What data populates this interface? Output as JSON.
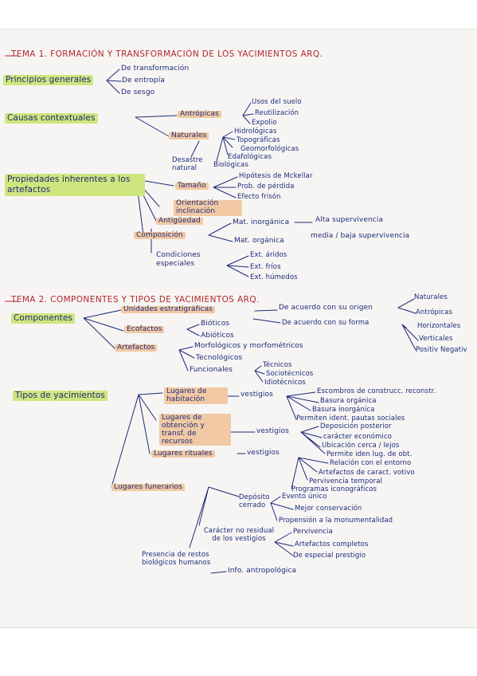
{
  "tema1": {
    "title": "TEMA 1. FORMACIÓN Y TRANSFORMACIÓN DE LOS YACIMIENTOS ARQ.",
    "principios": {
      "label": "Principios generales",
      "items": [
        "De transformación",
        "De entropía",
        "De sesgo"
      ]
    },
    "causas": {
      "label": "Causas contextuales",
      "antropicas": {
        "label": "Antrópicas",
        "items": [
          "Usos del suelo",
          "Reutilización",
          "Expolio"
        ]
      },
      "naturales": {
        "label": "Naturales",
        "items": [
          "Hidrológicas",
          "Topográficas",
          "Geomorfológicas",
          "Edafológicas",
          "Biológicas"
        ]
      },
      "desastre": "Desastre natural"
    },
    "propiedades": {
      "label": "Propiedades inherentes a los artefactos",
      "tamano": {
        "label": "Tamaño",
        "items": [
          "Hipótesis de Mckellar",
          "Prob. de pérdida",
          "Efecto frisón"
        ]
      },
      "orientacion": "Orientación inclinación",
      "antiguedad": "Antigüedad",
      "composicion": {
        "label": "Composición",
        "inorganica": "Mat. inorgánica",
        "inorganica_result": "Alta supervivencia",
        "organica": "Mat. orgánica",
        "organica_result": "media / baja supervivencia"
      },
      "condiciones": {
        "label": "Condiciones especiales",
        "items": [
          "Ext. áridos",
          "Ext. fríos",
          "Ext. húmedos"
        ]
      }
    }
  },
  "tema2": {
    "title": "TEMA 2. COMPONENTES Y TIPOS DE YACIMIENTOS ARQ.",
    "componentes": {
      "label": "Componentes",
      "unidades": {
        "label": "Unidades estratigráficas",
        "origen": "De acuerdo con su origen",
        "origen_items": [
          "Naturales",
          "Antrópicas"
        ],
        "forma": "De acuerdo con su forma",
        "forma_items": [
          "Horizontales",
          "Verticales",
          "Positiv Negativ"
        ]
      },
      "ecofactos": {
        "label": "Ecofactos",
        "items": [
          "Bióticos",
          "Abióticos"
        ]
      },
      "artefactos": {
        "label": "Artefactos",
        "items": [
          "Morfológicos y morfométricos",
          "Tecnológicos",
          "Funcionales"
        ],
        "funcionales_items": [
          "Técnicos",
          "Sociotécnicos",
          "Idiotécnicos"
        ]
      }
    },
    "tipos": {
      "label": "Tipos de yacimientos",
      "habitacion": {
        "label": "Lugares de habitación",
        "vestigios": "vestigios",
        "items": [
          "Escombros de construcc. reconstr.",
          "Basura orgánica",
          "Basura inorgánica",
          "Permiten ident. pautas sociales"
        ]
      },
      "obtencion": {
        "label": "Lugares de obtención y transf. de recursos",
        "vestigios": "vestigios",
        "items": [
          "Deposición posterior",
          "carácter económico",
          "Ubicación cerca / lejos",
          "Permite iden lug. de obt."
        ]
      },
      "rituales": {
        "label": "Lugares rituales",
        "vestigios": "vestigios",
        "items": [
          "Relación con el entorno",
          "Artefactos de caract. votivo",
          "Pervivencia temporal",
          "Programas iconográficos"
        ]
      },
      "funerarios": {
        "label": "Lugares funerarios",
        "deposito": {
          "label": "Depósito cerrado",
          "items": [
            "Evento único",
            "Mejor conservación",
            "Propensión a la monumentalidad"
          ]
        },
        "caracter": {
          "label": "Carácter no residual de los vestigios",
          "items": [
            "Pervivencia",
            "Artefactos completos",
            "De especial prestigio"
          ]
        },
        "presencia": {
          "label": "Presencia de restos biológicos humanos",
          "result": "Info. antropológica"
        }
      }
    }
  }
}
